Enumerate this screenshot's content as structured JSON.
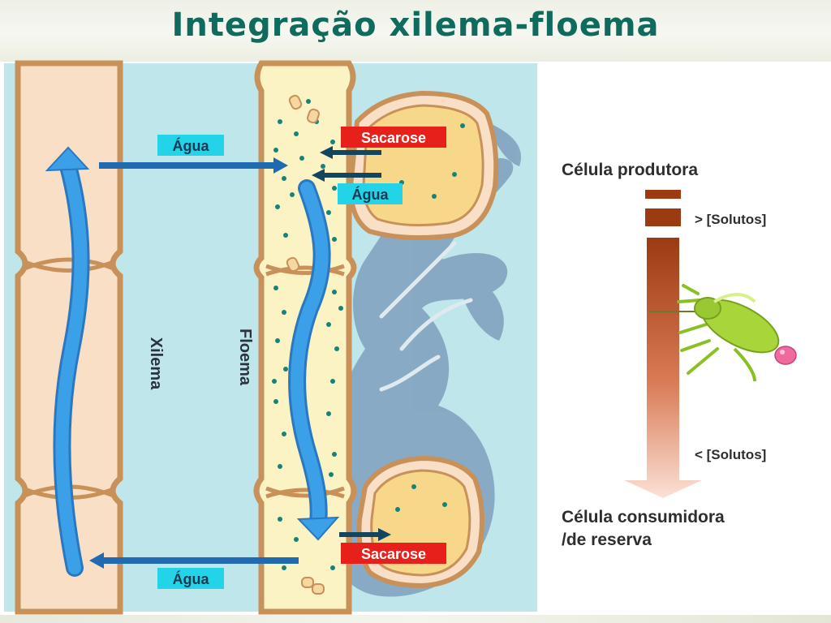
{
  "title": "Integração xilema-floema",
  "labels": {
    "agua_top": "Água",
    "agua_mid": "Água",
    "agua_bottom": "Água",
    "sacarose_top": "Sacarose",
    "sacarose_bottom": "Sacarose",
    "xilema": "Xilema",
    "floema": "Floema"
  },
  "legend": {
    "producer": "Célula produtora",
    "high_solutes": "> [Solutos]",
    "low_solutes": "< [Solutos]",
    "consumer_line1": "Célula consumidora",
    "consumer_line2": "/de reserva"
  },
  "colors": {
    "title": "#0f6b5d",
    "water_label_bg": "#23d4e8",
    "sucrose_label_bg": "#e8201c",
    "xylem_fill": "#f8dfc6",
    "phloem_fill": "#fbf3c4",
    "background_blue": "#bfe6ea",
    "arrow_blue": "#3ca0e8"
  }
}
